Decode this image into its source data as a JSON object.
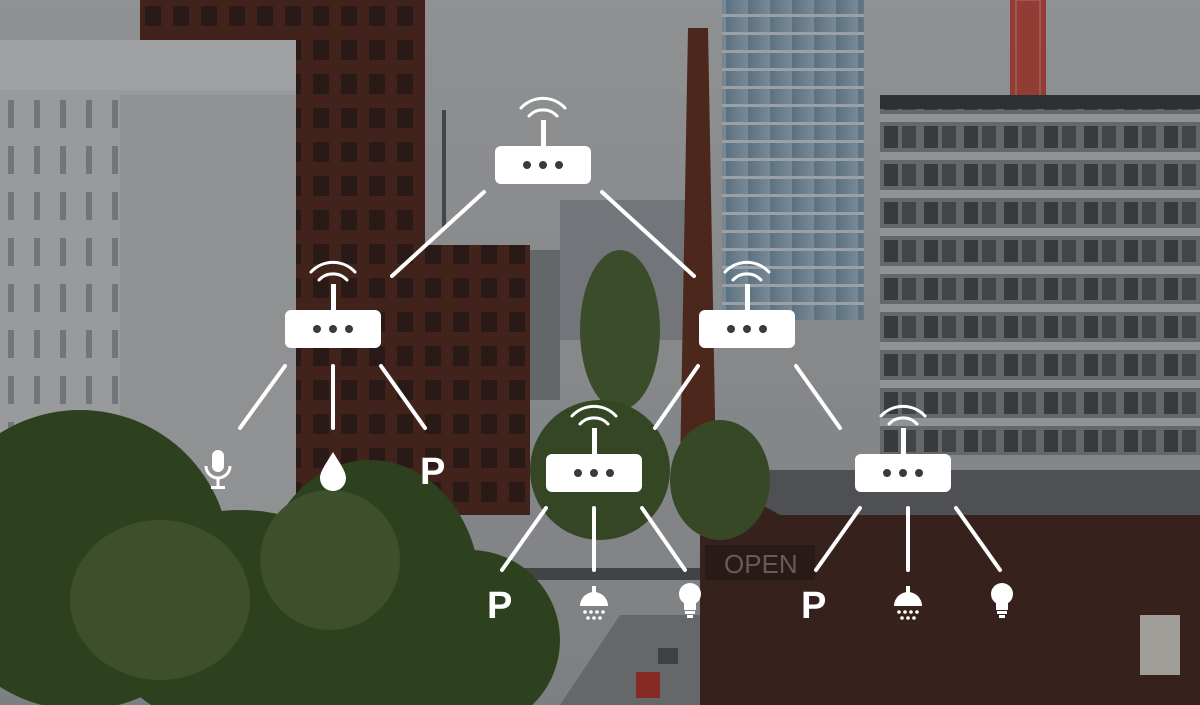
{
  "scene": {
    "description_colors": {
      "sky": "#b9bcbf",
      "overlay": "#000000",
      "foliage": "#3f5a2c",
      "brick": "#5a3326",
      "network": "#ffffff"
    }
  },
  "network": {
    "routers": [
      {
        "name": "root-router"
      },
      {
        "name": "router-left"
      },
      {
        "name": "router-right"
      },
      {
        "name": "router-bottom-middle"
      },
      {
        "name": "router-bottom-right"
      }
    ],
    "devices": {
      "left": [
        {
          "icon": "microphone-icon"
        },
        {
          "icon": "water-drop-icon"
        },
        {
          "icon": "parking-icon",
          "label": "P"
        }
      ],
      "middle": [
        {
          "icon": "parking-icon",
          "label": "P"
        },
        {
          "icon": "shower-icon"
        },
        {
          "icon": "lightbulb-icon"
        }
      ],
      "right": [
        {
          "icon": "parking-icon",
          "label": "P"
        },
        {
          "icon": "shower-icon"
        },
        {
          "icon": "lightbulb-icon"
        }
      ]
    }
  },
  "signage": {
    "open_sign": "OPEN"
  }
}
